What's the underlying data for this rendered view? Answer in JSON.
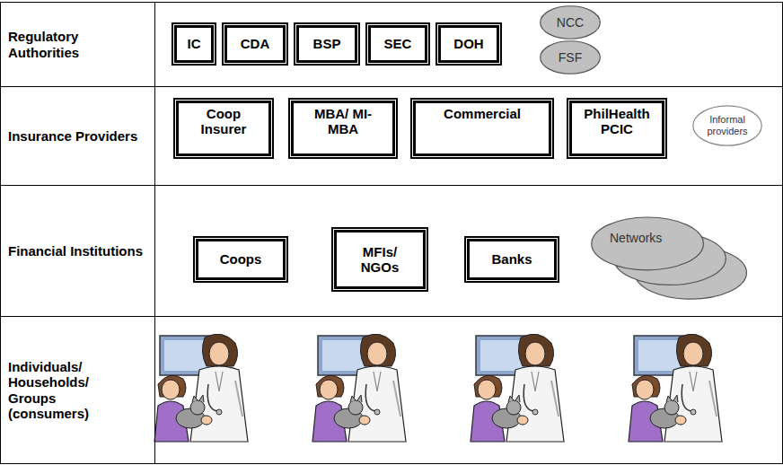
{
  "diagram": {
    "nodes": [
      {
        "text": [
          "Regulatory Authorities"
        ]
      },
      {
        "text": [
          "IC"
        ],
        "in": 0
      },
      {
        "text": [
          "CDA"
        ],
        "in": 0
      },
      {
        "text": [
          "BSP"
        ],
        "in": 0
      },
      {
        "text": [
          "SEC"
        ],
        "in": 0
      },
      {
        "text": [
          "DOH"
        ],
        "in": 0
      },
      {
        "text": [
          "NCC"
        ],
        "in": 0
      },
      {
        "text": [
          "FSF"
        ],
        "in": 0
      },
      {
        "text": [
          "Insurance Providers"
        ]
      },
      {
        "text": [
          "Coop Insurer"
        ],
        "in": 8
      },
      {
        "text": [
          "MBA/ MI-MBA"
        ],
        "in": 8
      },
      {
        "text": [
          "Commercial"
        ],
        "in": 8
      },
      {
        "text": [
          "PhilHealth PCIC"
        ],
        "in": 8
      },
      {
        "text": [
          "Informal providers"
        ],
        "in": 8
      },
      {
        "text": [
          "Financial Institutions"
        ]
      },
      {
        "text": [
          "Coops"
        ],
        "in": 14
      },
      {
        "text": [
          "MFIs/ NGOs"
        ],
        "in": 14
      },
      {
        "text": [
          "Banks"
        ],
        "in": 14
      },
      {
        "text": [
          "Networks"
        ],
        "in": 14
      },
      {
        "text": [
          "Individuals/ Households/ Groups (consumers)"
        ]
      }
    ]
  }
}
